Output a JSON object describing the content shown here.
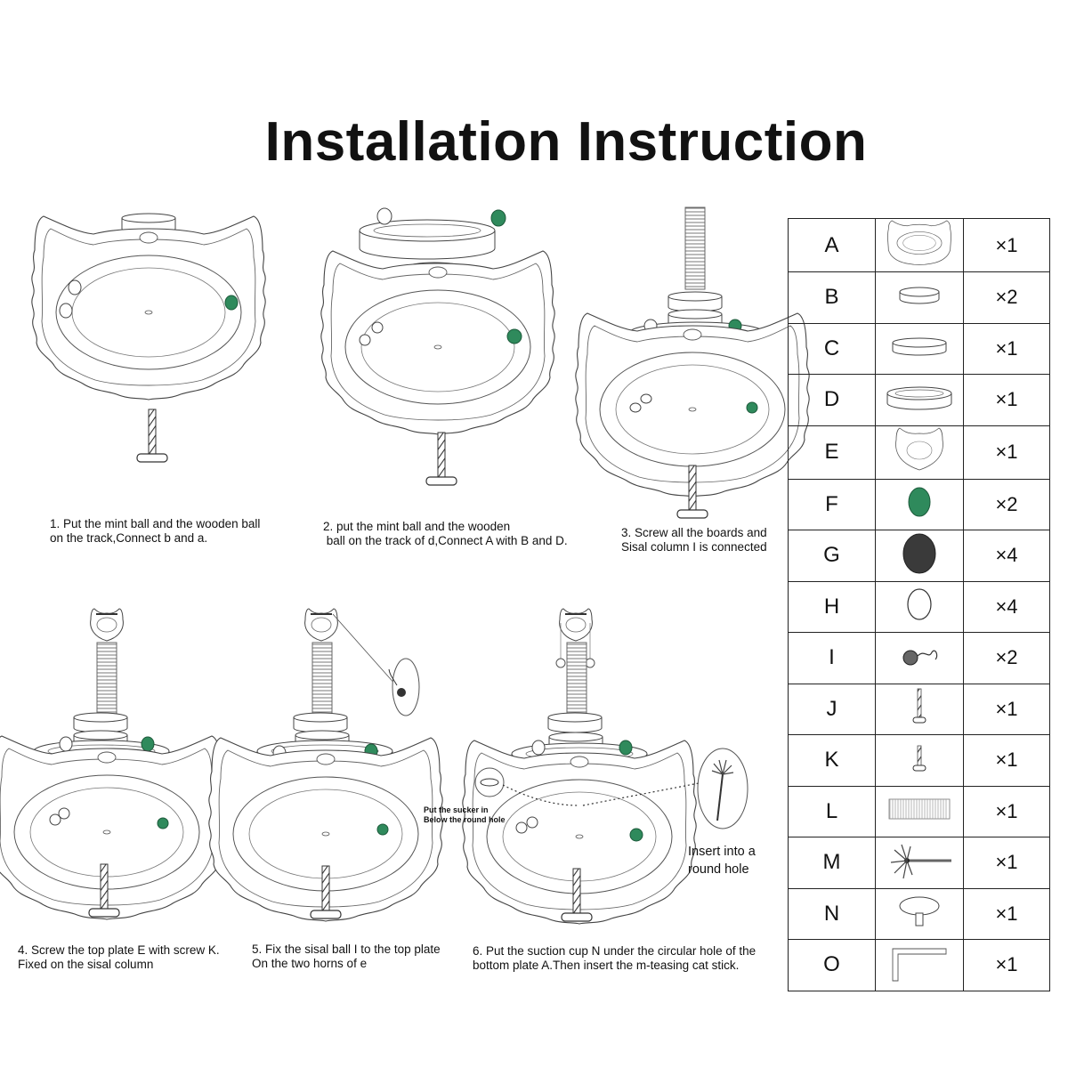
{
  "title": "Installation Instruction",
  "steps": [
    {
      "number": "1",
      "text": "1. Put the mint ball and the wooden ball\non the track,Connect b and a."
    },
    {
      "number": "2",
      "text": "2. put the mint ball and the wooden\n ball on the track of d,Connect A with B and D."
    },
    {
      "number": "3",
      "text": "3. Screw all the boards and\nSisal column I is connected"
    },
    {
      "number": "4",
      "text": "4. Screw the top plate E with screw K.\nFixed on the sisal column"
    },
    {
      "number": "5",
      "text": "5. Fix the sisal ball I to the top plate\nOn the two horns of e"
    },
    {
      "number": "6",
      "text": "6. Put the suction cup N under the circular hole of the\nbottom plate A.Then insert the m-teasing cat stick."
    }
  ],
  "callouts": {
    "sucker": "Put the sucker in\nBelow the round hole",
    "insert": "Insert into a\nround hole"
  },
  "parts": [
    {
      "letter": "A",
      "qty": "×1",
      "icon": "cat-plate-icon"
    },
    {
      "letter": "B",
      "qty": "×2",
      "icon": "small-disc-icon"
    },
    {
      "letter": "C",
      "qty": "×1",
      "icon": "medium-disc-icon"
    },
    {
      "letter": "D",
      "qty": "×1",
      "icon": "track-ring-icon"
    },
    {
      "letter": "E",
      "qty": "×1",
      "icon": "top-plate-icon"
    },
    {
      "letter": "F",
      "qty": "×2",
      "icon": "mint-ball-icon"
    },
    {
      "letter": "G",
      "qty": "×4",
      "icon": "dark-ball-icon"
    },
    {
      "letter": "H",
      "qty": "×4",
      "icon": "wooden-ball-icon"
    },
    {
      "letter": "I",
      "qty": "×2",
      "icon": "sisal-ball-icon"
    },
    {
      "letter": "J",
      "qty": "×1",
      "icon": "long-screw-icon"
    },
    {
      "letter": "K",
      "qty": "×1",
      "icon": "short-screw-icon"
    },
    {
      "letter": "L",
      "qty": "×1",
      "icon": "sisal-column-icon"
    },
    {
      "letter": "M",
      "qty": "×1",
      "icon": "teaser-stick-icon"
    },
    {
      "letter": "N",
      "qty": "×1",
      "icon": "suction-cup-icon"
    },
    {
      "letter": "O",
      "qty": "×1",
      "icon": "allen-key-icon"
    }
  ],
  "colors": {
    "mint": "#2f8a5c",
    "dark_ball": "#3a3a3a",
    "line": "#555555"
  }
}
